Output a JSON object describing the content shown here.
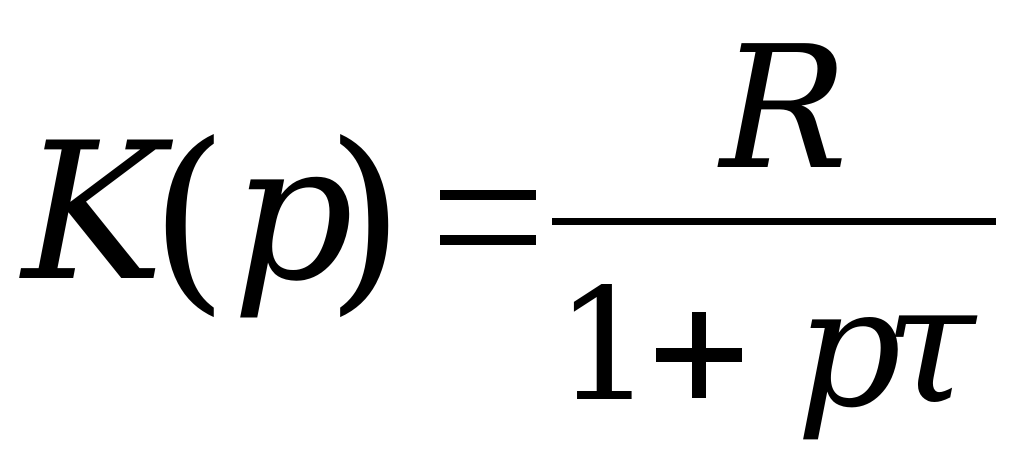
{
  "formula": {
    "lhs": {
      "function": "K",
      "open_paren": "(",
      "argument": "p",
      "close_paren": ")"
    },
    "equals": "=",
    "numerator": "R",
    "denominator": {
      "one": "1",
      "plus": "+",
      "p": "p",
      "tau": "τ"
    }
  }
}
